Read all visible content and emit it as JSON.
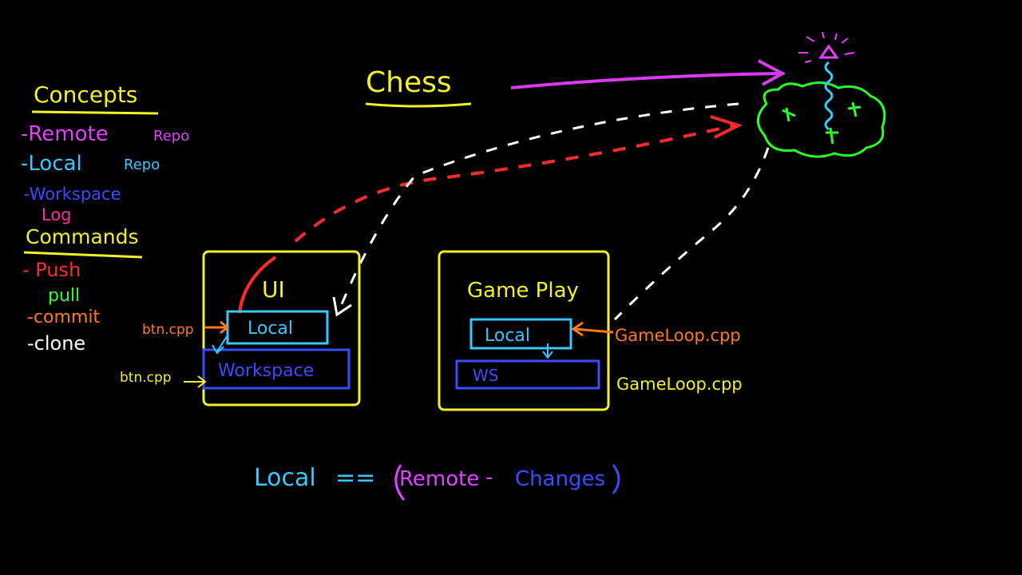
{
  "title": "Chess",
  "concepts": {
    "heading": "Concepts",
    "items": [
      {
        "label": "Remote",
        "suffix": "Repo",
        "color": "#e040ff"
      },
      {
        "label": "Local",
        "suffix": "Repo",
        "color": "#38c8ff"
      },
      {
        "label": "Workspace",
        "suffix": "",
        "color": "#3a4cff"
      },
      {
        "label": "Log",
        "suffix": "",
        "color": "#ff2ea0"
      }
    ]
  },
  "commands": {
    "heading": "Commands",
    "items": [
      {
        "label": "Push",
        "color": "#ff2a2a"
      },
      {
        "label": "pull",
        "color": "#2aff2a"
      },
      {
        "label": "commit",
        "color": "#ff7a1a"
      },
      {
        "label": "clone",
        "color": "#ffffff"
      }
    ]
  },
  "ui_box": {
    "label": "UI",
    "local": "Local",
    "workspace": "Workspace",
    "file_top": "btn.cpp",
    "file_bottom": "btn.cpp"
  },
  "gameplay_box": {
    "label": "Game Play",
    "local": "Local",
    "workspace": "WS",
    "file_top": "GameLoop.cpp",
    "file_bottom": "GameLoop.cpp"
  },
  "formula": {
    "left": "Local",
    "op": "==",
    "remote": "Remote",
    "minus": "-",
    "changes": "Changes"
  },
  "colors": {
    "yellow": "#f2f22a",
    "magenta": "#d93cf0",
    "cyan": "#38c8ff",
    "blue": "#3a4cff",
    "orange": "#ff7a1a",
    "red": "#ff2a2a",
    "green": "#2aff2a",
    "white": "#ffffff"
  },
  "icons": [
    "cloud-icon",
    "antenna-icon"
  ]
}
